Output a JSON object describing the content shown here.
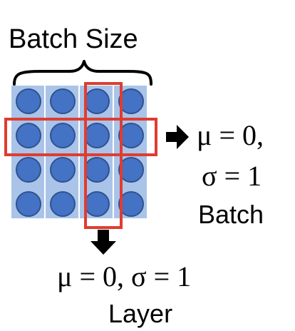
{
  "title": "Batch Size",
  "right_stats": {
    "mu_line": "μ = 0,",
    "sigma_line": "σ = 1",
    "label": "Batch"
  },
  "bottom_stats": {
    "line": "μ = 0, σ = 1",
    "label": "Layer"
  },
  "grid": {
    "rows": 4,
    "columns": 4
  },
  "colors": {
    "circle_fill": "#4472c4",
    "circle_stroke": "#2f528f",
    "column_band": "#a9c4e8",
    "highlight": "#e03c31",
    "arrow": "#000000",
    "text": "#000000"
  },
  "icons": {
    "right_arrow": "arrow-right-icon",
    "down_arrow": "arrow-down-icon",
    "brace": "brace-icon"
  }
}
